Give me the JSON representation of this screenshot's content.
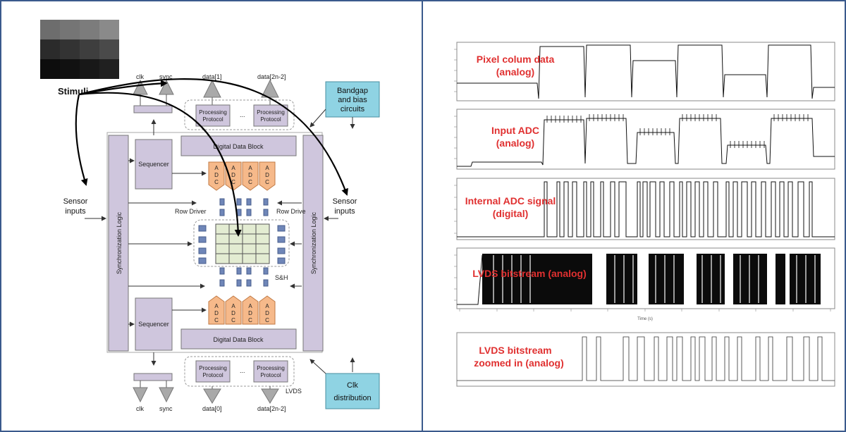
{
  "left": {
    "stimuli": "Stimuli",
    "clk_top": "clk",
    "sync_top": "sync",
    "data1": "data[1]",
    "data_top_last": "data[2n-2]",
    "bandgap_line1": "Bandgap",
    "bandgap_line2": "and bias",
    "bandgap_line3": "circuits",
    "proc_line1": "Processing",
    "proc_line2": "Protocol",
    "ellipsis": "...",
    "digital_block": "Digital Data Block",
    "sequencer": "Sequencer",
    "sync_logic": "Synchronization Logic",
    "adc_letters": [
      "A",
      "D",
      "C"
    ],
    "sensor_line1": "Sensor",
    "sensor_line2": "inputs",
    "row_driver": "Row Driver",
    "row_driver_right": "Row Drive",
    "sh": "S&H",
    "lvds": "LVDS",
    "clk_bottom": "clk",
    "sync_bottom": "sync",
    "data0": "data[0]",
    "data_bottom_last": "data[2n-2]",
    "clkdist_line1": "Clk",
    "clkdist_line2": "distribution"
  },
  "right": {
    "panels": [
      {
        "line1": "Pixel colum data",
        "line2": "(analog)"
      },
      {
        "line1": "Input ADC",
        "line2": "(analog)"
      },
      {
        "line1": "Internal ADC signal",
        "line2": "(digital)"
      },
      {
        "line1": "LVDS bitstream (analog)",
        "line2": ""
      },
      {
        "line1": "LVDS bitstream",
        "line2": "zoomed in (analog)"
      }
    ],
    "time_axis_label": "Time (s)"
  },
  "colors": {
    "lavender": "#cfc6dd",
    "orange": "#f6b98a",
    "cyan": "#8fd3e3",
    "red_label": "#e03030",
    "border": "#3a5a8c"
  }
}
